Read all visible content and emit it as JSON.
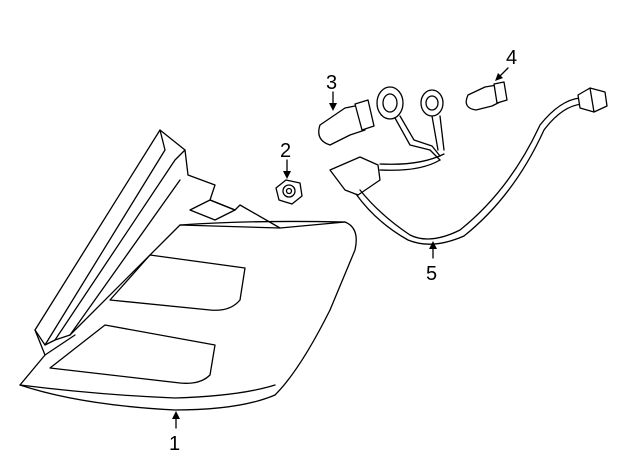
{
  "callouts": [
    {
      "number": "1",
      "part": "tail-lamp-assembly"
    },
    {
      "number": "2",
      "part": "nut"
    },
    {
      "number": "3",
      "part": "bulb"
    },
    {
      "number": "4",
      "part": "bulb"
    },
    {
      "number": "5",
      "part": "socket-and-wire"
    }
  ]
}
